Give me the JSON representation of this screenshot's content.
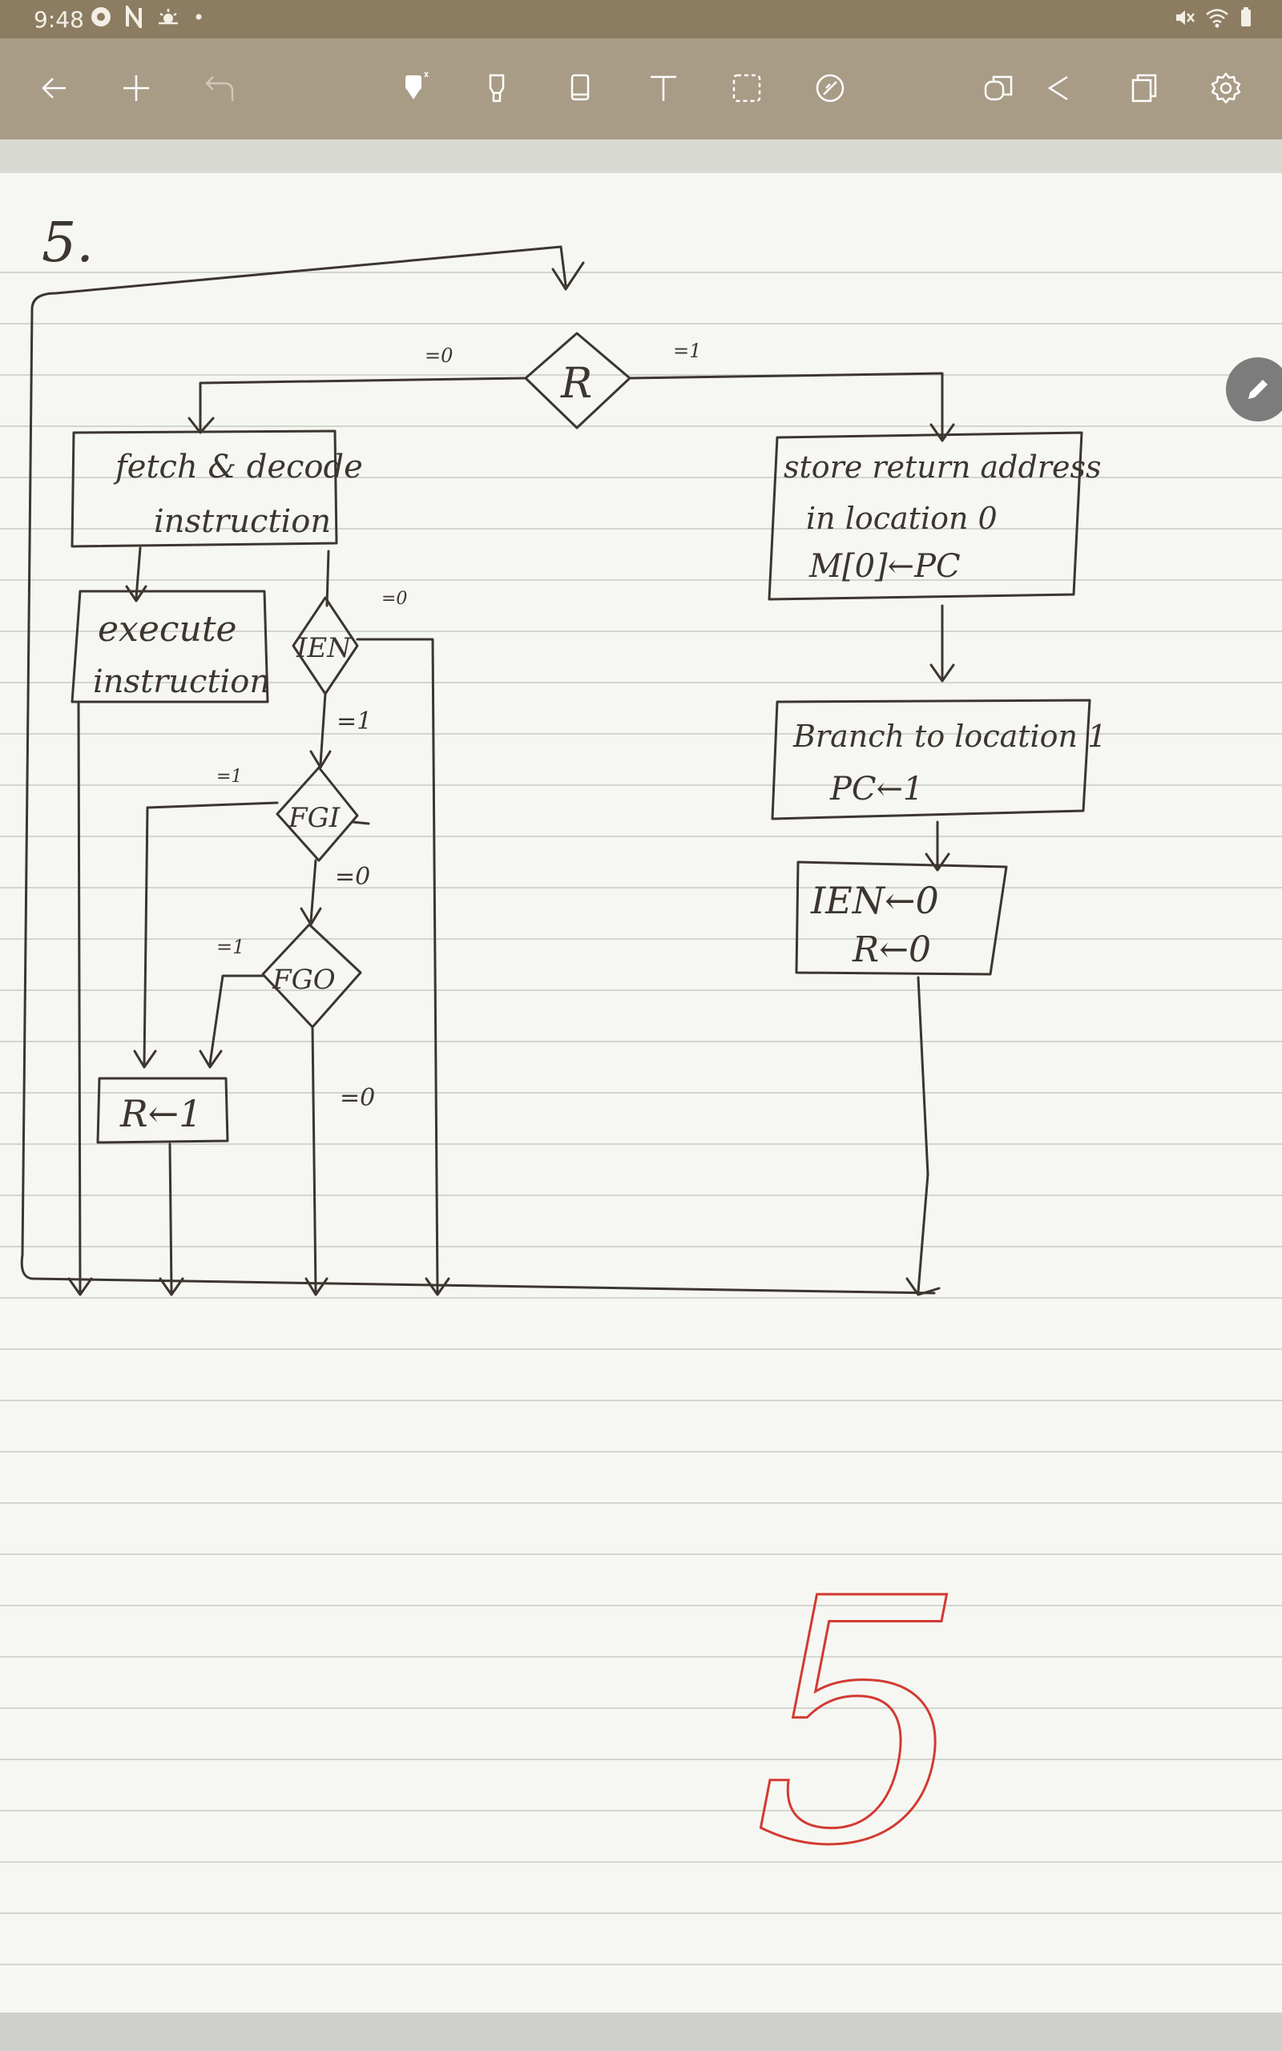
{
  "status_bar": {
    "time": "9:48",
    "left_icons": [
      "media-icon",
      "n-app-icon",
      "weather-icon",
      "dot-icon"
    ],
    "right_icons": [
      "mute-icon",
      "wifi-icon",
      "battery-icon"
    ]
  },
  "toolbar": {
    "left_buttons": [
      "back-icon",
      "add-icon",
      "undo-icon"
    ],
    "tools": [
      "pen-icon",
      "highlighter-icon",
      "eraser-icon",
      "text-icon",
      "lasso-icon",
      "shape-icon"
    ],
    "right_buttons": [
      "layers-icon",
      "share-icon",
      "pages-icon",
      "settings-icon"
    ]
  },
  "note": {
    "heading": "5.",
    "flowchart": {
      "decision_r": "R",
      "r_zero_label": "=0",
      "r_one_label": "=1",
      "fetch_box": [
        "fetch & decode",
        "instruction"
      ],
      "execute_box": [
        "execute",
        "instruction"
      ],
      "ien_decision": "IEN",
      "ien_zero_label": "=0",
      "ien_one_label": "=1",
      "fgi_decision": "FGI",
      "fgi_one_label": "=1",
      "fgi_zero_label": "=0",
      "fgo_decision": "FGO",
      "fgo_one_label": "=1",
      "fgo_zero_label": "=0",
      "r_set_box": "R←1",
      "store_box": [
        "store return address",
        "in location 0",
        "M[0]←PC"
      ],
      "branch_box": [
        "Branch to location 1",
        "PC←1"
      ],
      "clear_box": [
        "IEN←0",
        "R←0"
      ]
    },
    "red_annotation": "5"
  },
  "colors": {
    "status_bar": "#8c7c62",
    "toolbar": "#a89c87",
    "paper": "#f6f7f2",
    "ink": "#3c3530",
    "red_ink": "#d23a32"
  }
}
